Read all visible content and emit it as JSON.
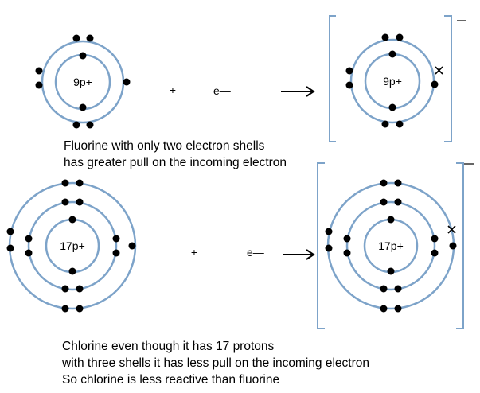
{
  "atoms": {
    "fluorine": {
      "nucleus": "9p+"
    },
    "fluoride_ion": {
      "nucleus": "9p+"
    },
    "chlorine": {
      "nucleus": "17p+"
    },
    "chloride_ion": {
      "nucleus": "17p+"
    }
  },
  "symbols": {
    "plus": "+",
    "electron": "e—"
  },
  "captions": {
    "fluorine": [
      "Fluorine with only two electron shells",
      "has greater pull on the incoming electron"
    ],
    "chlorine": [
      "Chlorine even though it has 17 protons",
      "with three shells it has less pull on the incoming electron",
      "So chlorine is less reactive than fluorine"
    ]
  },
  "colors": {
    "shell": "#7da3c9",
    "bracket": "#7da3c9",
    "electron": "#000000"
  }
}
